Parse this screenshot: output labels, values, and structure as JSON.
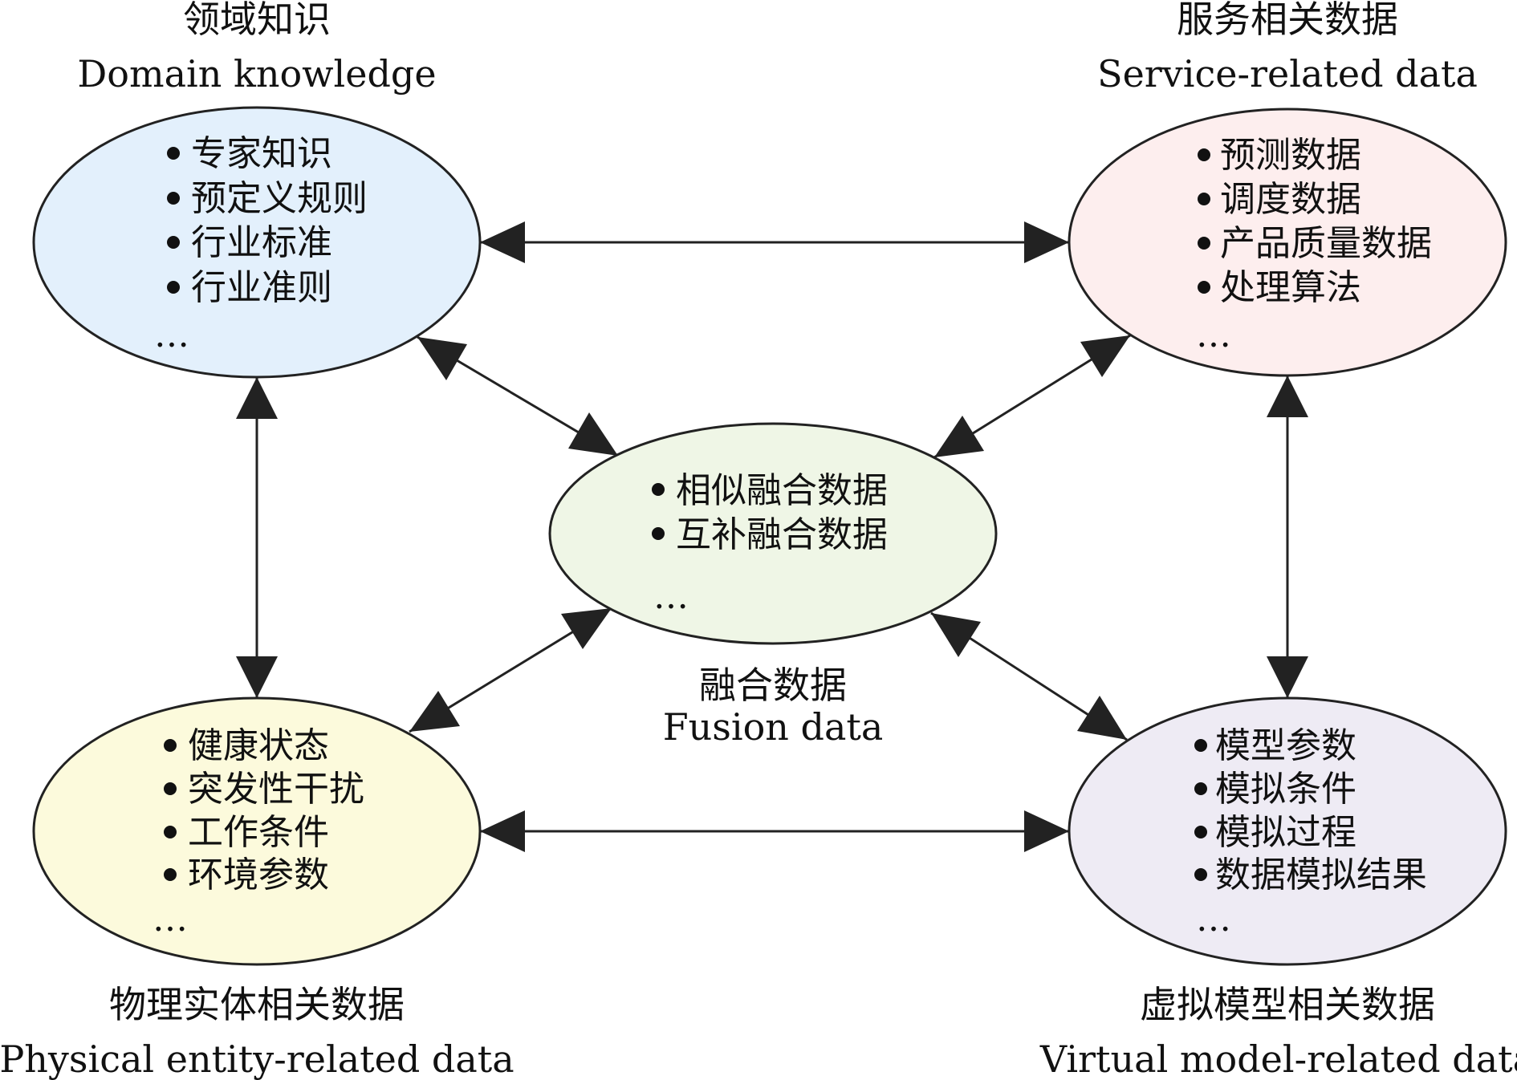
{
  "diagram": {
    "nodes": {
      "domain": {
        "title_zh": "领域知识",
        "title_en": "Domain knowledge",
        "items": [
          "专家知识",
          "预定义规则",
          "行业标准",
          "行业准则"
        ],
        "more": "…",
        "color": "#E3F0FC"
      },
      "service": {
        "title_zh": "服务相关数据",
        "title_en": "Service-related data",
        "items": [
          "预测数据",
          "调度数据",
          "产品质量数据",
          "处理算法"
        ],
        "more": "…",
        "color": "#FDEEEE"
      },
      "fusion": {
        "title_zh": "融合数据",
        "title_en": "Fusion data",
        "items": [
          "相似融合数据",
          "互补融合数据"
        ],
        "more": "…",
        "color": "#EFF6E6"
      },
      "physical": {
        "title_zh": "物理实体相关数据",
        "title_en": "Physical entity-related data",
        "items": [
          "健康状态",
          "突发性干扰",
          "工作条件",
          "环境参数"
        ],
        "more": "…",
        "color": "#FCFADC"
      },
      "virtual": {
        "title_zh": "虚拟模型相关数据",
        "title_en": "Virtual model-related data",
        "items": [
          "模型参数",
          "模拟条件",
          "模拟过程",
          "数据模拟结果"
        ],
        "more": "…",
        "color": "#EEEBF4"
      }
    },
    "edges": [
      {
        "from": "domain",
        "to": "service",
        "bidirectional": true
      },
      {
        "from": "domain",
        "to": "physical",
        "bidirectional": true
      },
      {
        "from": "service",
        "to": "virtual",
        "bidirectional": true
      },
      {
        "from": "physical",
        "to": "virtual",
        "bidirectional": true
      },
      {
        "from": "domain",
        "to": "fusion",
        "bidirectional": true
      },
      {
        "from": "service",
        "to": "fusion",
        "bidirectional": true
      },
      {
        "from": "physical",
        "to": "fusion",
        "bidirectional": true
      },
      {
        "from": "virtual",
        "to": "fusion",
        "bidirectional": true
      }
    ],
    "stroke_color": "#222222"
  }
}
